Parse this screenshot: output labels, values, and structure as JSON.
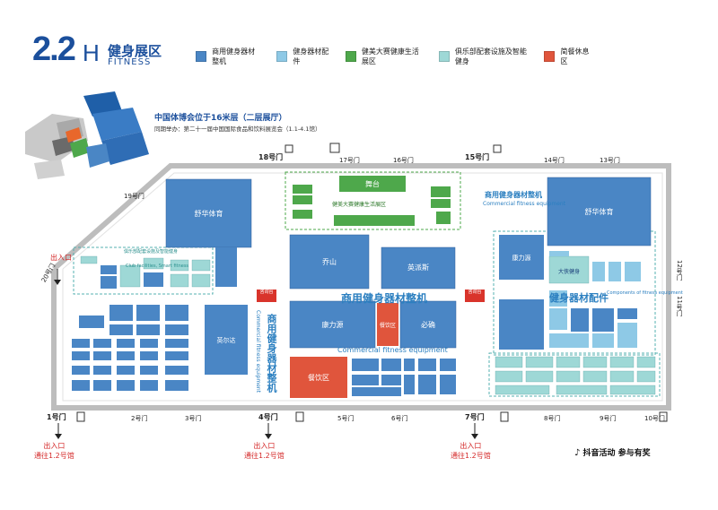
{
  "header": {
    "hall_number": "2.2",
    "hall_letter": "H",
    "title_cn": "健身展区",
    "title_en": "FITNESS"
  },
  "legend": [
    {
      "label": "商用健身器材整机",
      "color": "#4a86c5"
    },
    {
      "label": "健身器材配件",
      "color": "#8ec9e6"
    },
    {
      "label": "健美大赛健康生活展区",
      "color": "#4ea84b"
    },
    {
      "label": "俱乐部配套设施及智能健身",
      "color": "#9ed8d6"
    },
    {
      "label": "简餐休息区",
      "color": "#e0553c"
    }
  ],
  "location_info": {
    "title": "中国体博会位于16米层（二层展厅）",
    "subtitle": "同期举办：第二十一届中国国际食品和饮料展览会（1.1-4.1馆）"
  },
  "gates": {
    "top": [
      "18号门",
      "17号门",
      "16号门",
      "15号门",
      "14号门",
      "13号门"
    ],
    "bottom": [
      "1号门",
      "2号门",
      "3号门",
      "4号门",
      "5号门",
      "6号门",
      "7号门",
      "8号门",
      "9号门",
      "10号门"
    ],
    "left": [
      "19号门",
      "20号门"
    ],
    "right": [
      "12号门",
      "11号门"
    ]
  },
  "entrances": {
    "left": "出入口",
    "bottom_line1": "出入口",
    "bottom_line2": "通往1.2号馆"
  },
  "zones": {
    "commercial_cn": "商用健身器材整机",
    "commercial_en": "Commercial fitness equipment",
    "commercial_vertical_cn": "商用健身器材整机",
    "commercial_vertical_en": "Commercial fitness equipment",
    "accessories_cn": "健身器材配件",
    "accessories_en": "Components of fitness equipment",
    "commercial_right_cn": "商用健身器材整机",
    "commercial_right_en": "Commercial fitness equipment",
    "green_zone": "健美大赛健康生活展区",
    "club_zone": "俱乐部配套设施及智能健身",
    "club_zone_en": "Club facilities, Smart fitness"
  },
  "booths": {
    "stage": "舞台",
    "dining_center": "餐饮区",
    "dining_left": "餐饮区",
    "yingerda": "英尔达",
    "big_left": "舒华体育",
    "big_right": "舒华体育",
    "center_1": "乔山",
    "center_2": "英派斯",
    "center_3": "康力源",
    "center_4": "必确",
    "right_1": "康力源",
    "right_2": "大侠健身",
    "info": "咨询台"
  },
  "promo": {
    "text": "抖音活动  参与有奖"
  },
  "colors": {
    "commercial": "#4a86c5",
    "accessories": "#8ec9e6",
    "green": "#4ea84b",
    "club": "#9ed8d6",
    "dining": "#e0553c",
    "wall": "#bdbdbd",
    "title": "#1b4f9c"
  }
}
